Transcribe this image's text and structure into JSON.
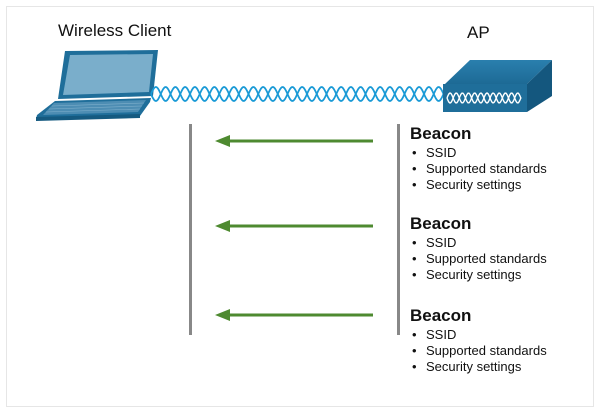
{
  "diagram": {
    "client": {
      "label": "Wireless Client",
      "icon": "laptop-icon"
    },
    "ap": {
      "label": "AP",
      "icon": "access-point-icon"
    },
    "colors": {
      "device_blue": "#1f6e9a",
      "wave_blue": "#1a9ad6",
      "arrow_green": "#4e8a30",
      "timeline_gray": "#888888"
    },
    "frames": [
      {
        "title": "Beacon",
        "direction": "AP to client",
        "items": [
          "SSID",
          "Supported standards",
          "Security settings"
        ]
      },
      {
        "title": "Beacon",
        "direction": "AP to client",
        "items": [
          "SSID",
          "Supported standards",
          "Security settings"
        ]
      },
      {
        "title": "Beacon",
        "direction": "AP to client",
        "items": [
          "SSID",
          "Supported standards",
          "Security settings"
        ]
      }
    ]
  }
}
